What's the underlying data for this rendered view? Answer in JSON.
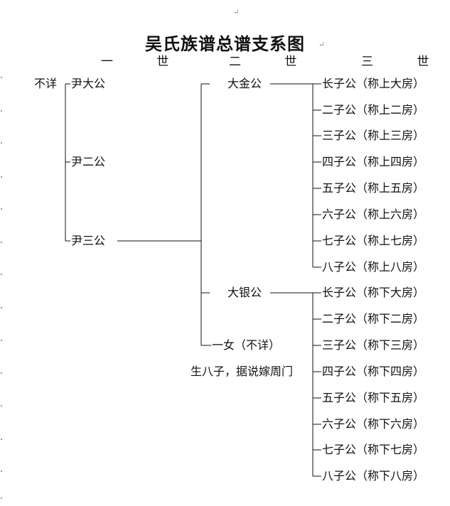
{
  "title": "吴氏族谱总谱支系图",
  "generations": [
    "一 世",
    "二 世",
    "三 世"
  ],
  "root": "不详",
  "gen1": [
    "尹大公",
    "尹二公",
    "尹三公"
  ],
  "gen2": [
    "大金公",
    "大银公",
    "一女（不详）"
  ],
  "note": "生八子，据说嫁周门",
  "branch_jin": [
    "长子公（称上大房）",
    "二子公（称上二房）",
    "三子公（称上三房）",
    "四子公（称上四房）",
    "五子公（称上五房）",
    "六子公（称上六房）",
    "七子公（称上七房）",
    "八子公（称上八房）"
  ],
  "branch_yin": [
    "长子公（称下大房）",
    "二子公（称下二房）",
    "三子公（称下三房）",
    "四子公（称下四房）",
    "五子公（称下五房）",
    "六子公（称下六房）",
    "七子公（称下七房）",
    "八子公（称下八房）"
  ],
  "marks": {
    "top": "↵",
    "title_end": "↵"
  }
}
